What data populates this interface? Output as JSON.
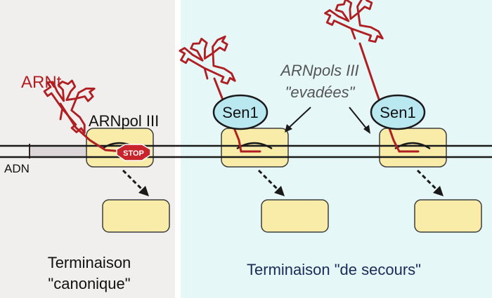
{
  "labels": {
    "trna": "ARNt",
    "rnapol": "ARNpol III",
    "escaped_line1": "ARNpols III",
    "escaped_line2": "\"evadées\"",
    "dna": "ADN",
    "stop": "STOP",
    "sen1": "Sen1",
    "canonical_line1": "Terminaison",
    "canonical_line2": "\"canonique\"",
    "backup": "Terminaison \"de secours\""
  },
  "colors": {
    "canonical_bg": "#f0efee",
    "backup_bg": "#e6f7f8",
    "polymerase_fill": "#f8eca8",
    "polymerase_stroke": "#3d3d3d",
    "rna_red": "#b01e22",
    "stop_red": "#c8242b",
    "sen1_fill": "#b9e8f0",
    "transcribed_dna": "#dcd6d8"
  }
}
